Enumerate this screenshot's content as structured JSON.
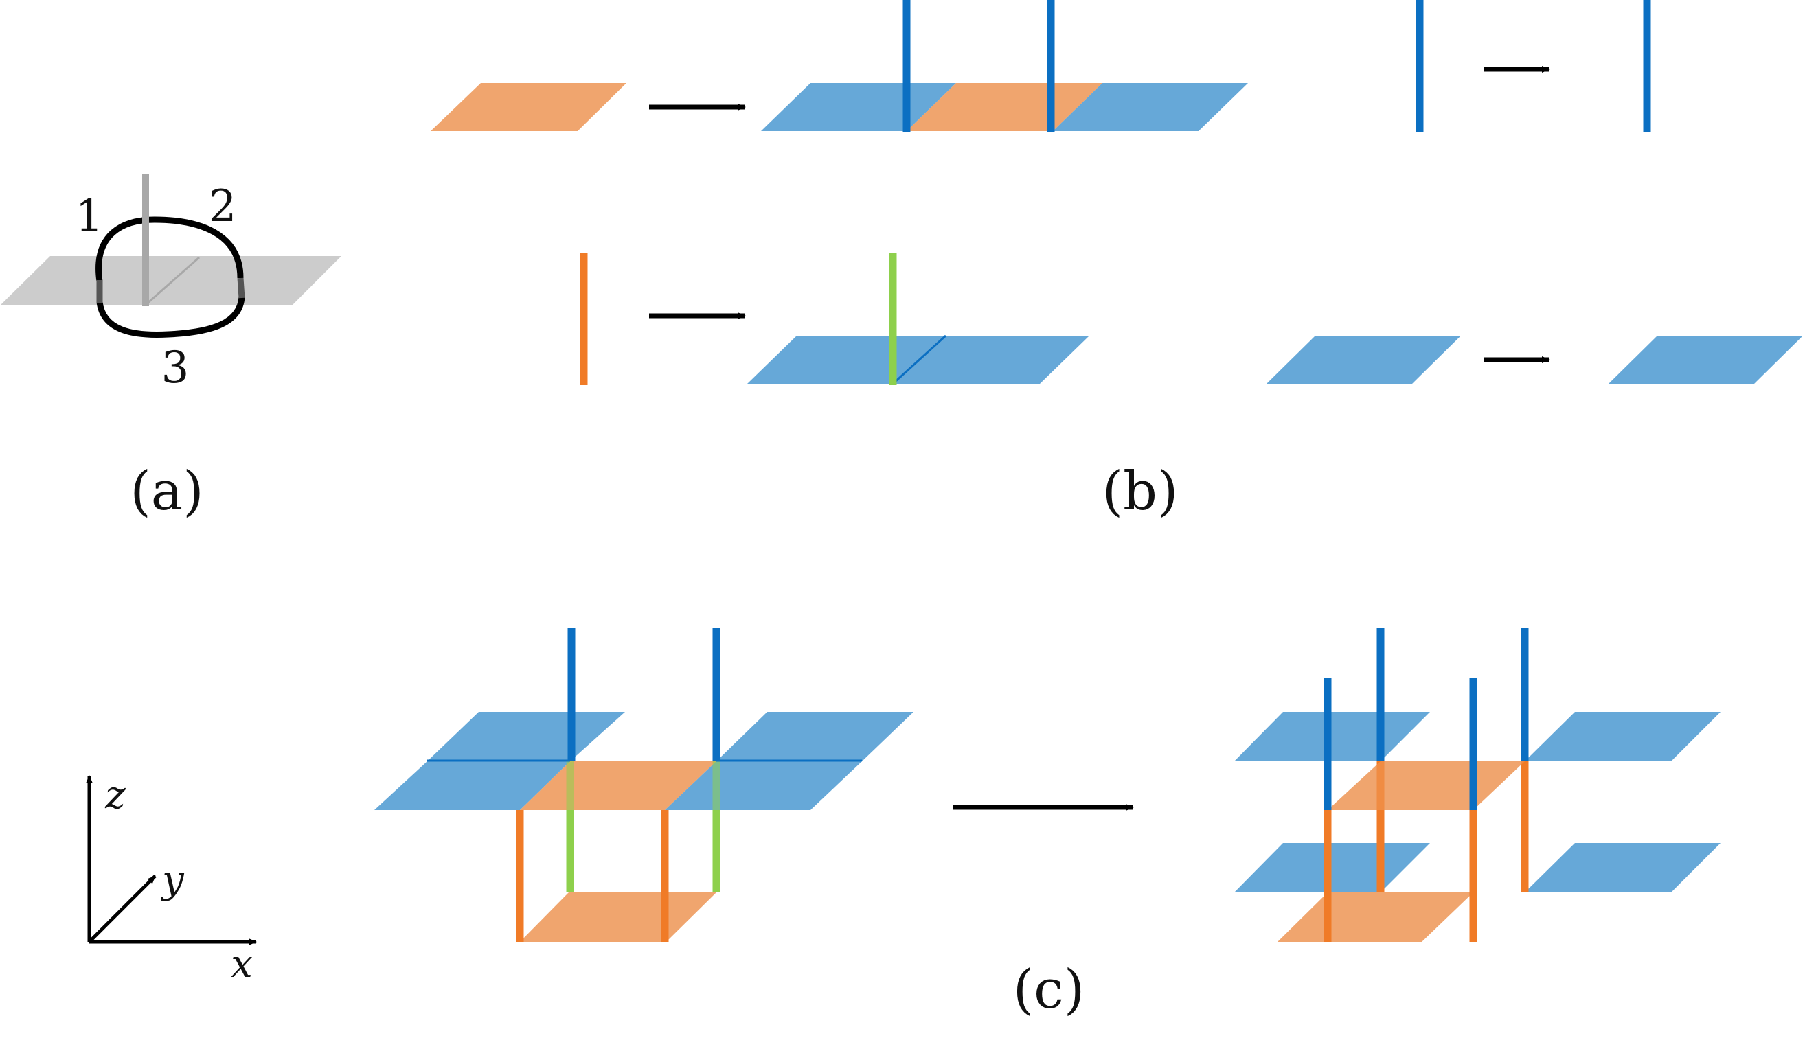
{
  "colors": {
    "orange_face": "#F0A56E",
    "orange_bar": "#F07B27",
    "blue_face": "#66A8D8",
    "blue_bar": "#0B6FC2",
    "green_bar": "#8ED04C",
    "gray_face": "#CCCCCC",
    "gray_bar": "#A8A8A8",
    "black": "#000000"
  },
  "panel_a": {
    "label": "(a)",
    "segment_1": "1",
    "segment_2": "2",
    "segment_3": "3"
  },
  "panel_b": {
    "label": "(b)"
  },
  "panel_c": {
    "label": "(c)"
  },
  "axes": {
    "x": "x",
    "y": "y",
    "z": "z"
  }
}
